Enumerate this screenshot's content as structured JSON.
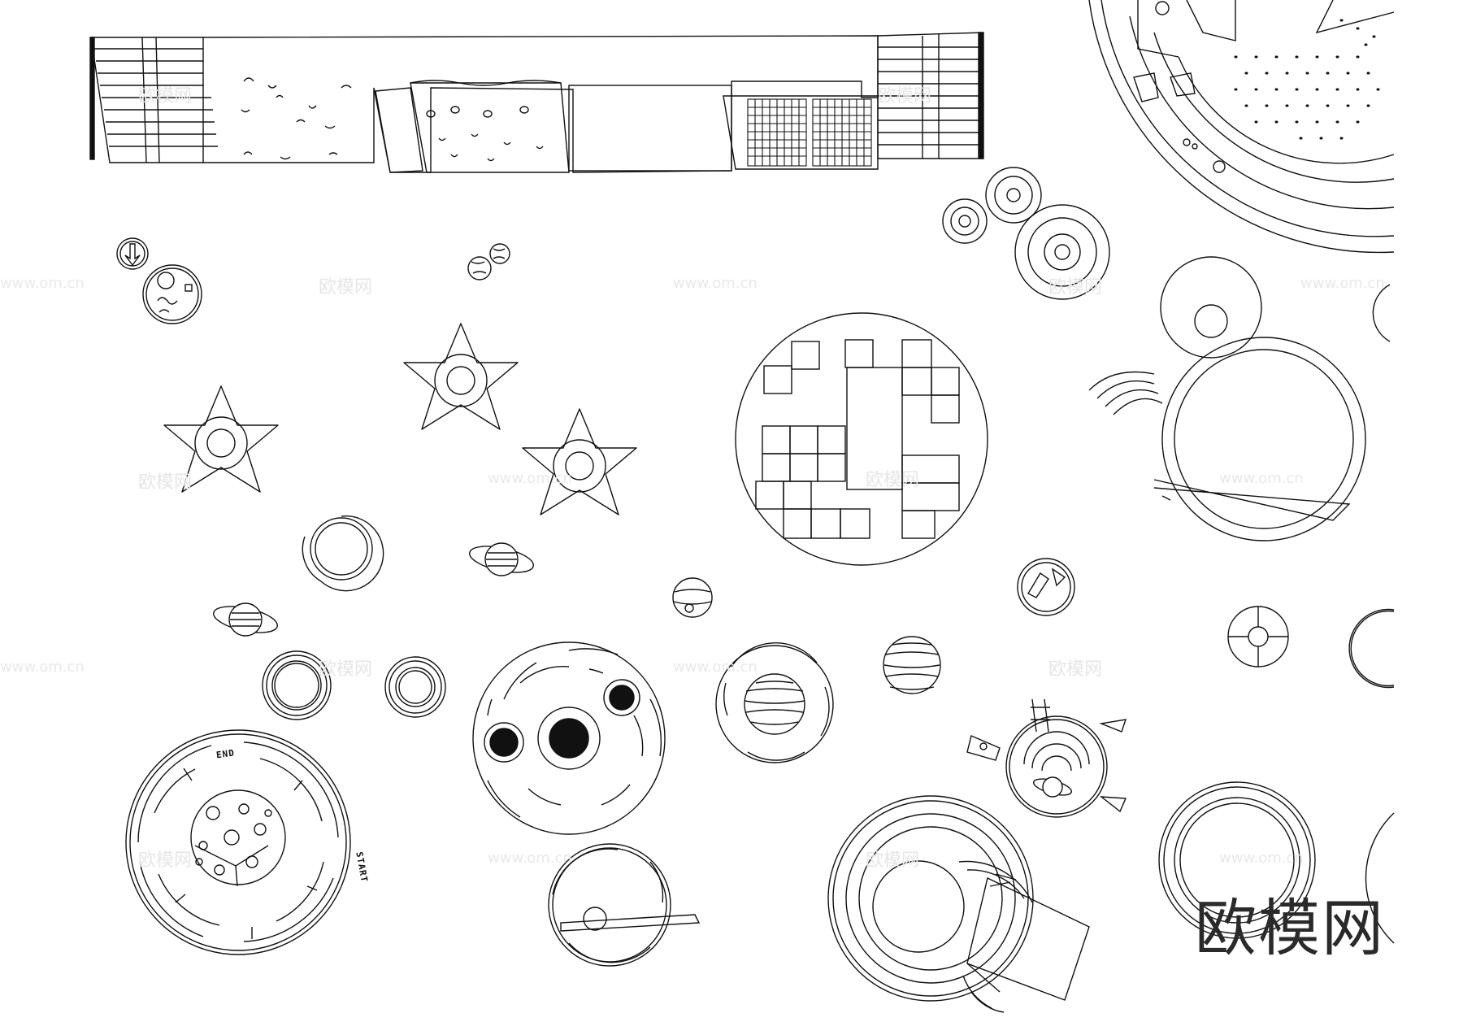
{
  "watermark": {
    "cn": "欧模网",
    "url": "www.om.cn"
  },
  "brand": "欧模网",
  "maze": {
    "start_label": "START",
    "end_label": "END"
  },
  "colors": {
    "line": "#111111",
    "watermark": "#e6e6e6"
  },
  "icons": [
    "star-shape",
    "planet-with-ring",
    "moon",
    "rocket",
    "spiral-slide",
    "grid-climber"
  ]
}
